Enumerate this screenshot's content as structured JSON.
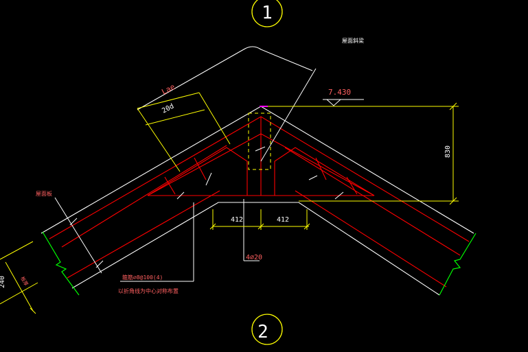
{
  "drawing": {
    "axis_top": "1",
    "axis_bottom": "2",
    "title_note": "屋面斜梁",
    "elevation": "7.430",
    "dim_height": "830",
    "dim_left": "412",
    "dim_right": "412",
    "anchor_label": "Lae",
    "anchor_20d": "20d",
    "rebar_label": "4⌀20",
    "left_label": "屋面板",
    "side_label": "板厚",
    "side_dim": "240",
    "stirrup_note": "箍筋⌀8@100(4)",
    "stirrup_note2": "以折角线为中心对称布置"
  },
  "colors": {
    "background": "#000000",
    "concrete_outline": "#ffffff",
    "rebar": "#ff0000",
    "dimension": "#ffff00",
    "break_line": "#00ff00",
    "label_red": "#ff4040",
    "level_marker": "#ff00ff"
  }
}
